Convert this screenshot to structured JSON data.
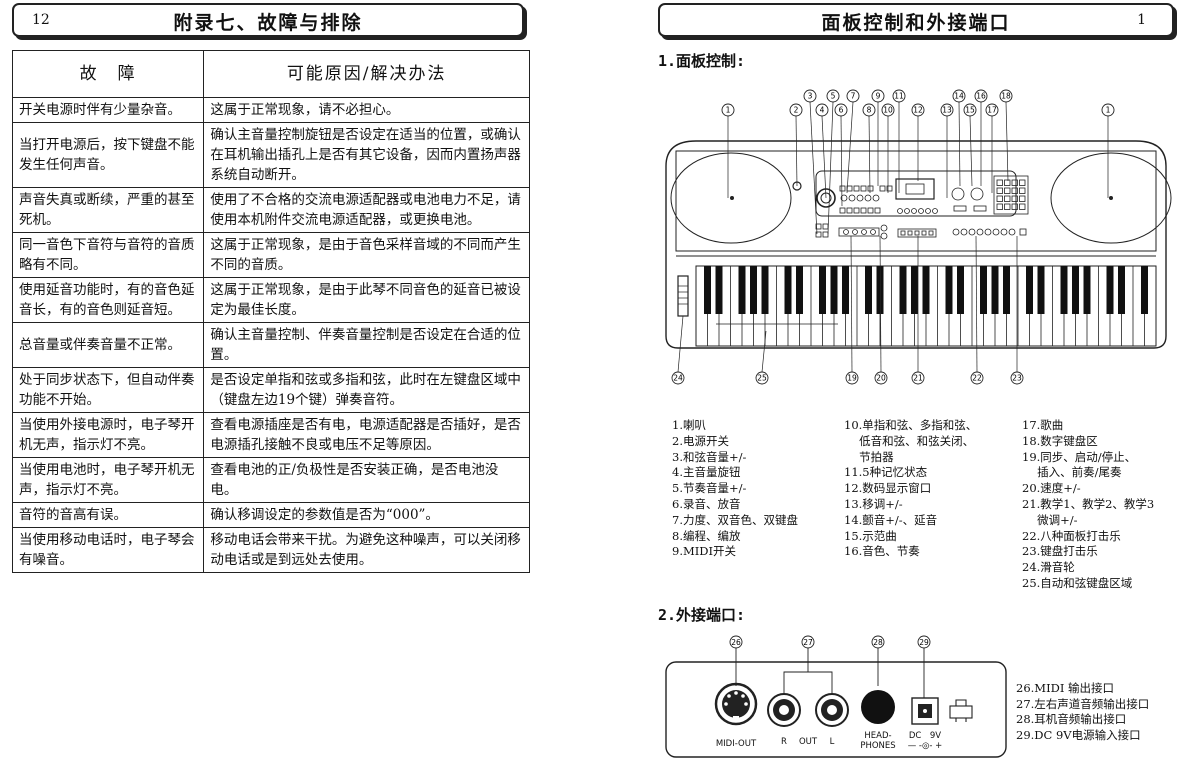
{
  "left_page": {
    "page_number": "12",
    "title": "附录七、故障与排除",
    "table": {
      "headers": [
        "故　障",
        "可能原因/解决办法"
      ],
      "rows": [
        [
          "开关电源时伴有少量杂音。",
          "这属于正常现象，请不必担心。"
        ],
        [
          "当打开电源后，按下键盘不能发生任何声音。",
          "确认主音量控制旋钮是否设定在适当的位置，或确认在耳机输出插孔上是否有其它设备，因而内置扬声器系统自动断开。"
        ],
        [
          "声音失真或断续，严重的甚至死机。",
          "使用了不合格的交流电源适配器或电池电力不足，请使用本机附件交流电源适配器，或更换电池。"
        ],
        [
          "同一音色下音符与音符的音质略有不同。",
          "这属于正常现象，是由于音色采样音域的不同而产生不同的音质。"
        ],
        [
          "使用延音功能时，有的音色延音长，有的音色则延音短。",
          "这属于正常现象，是由于此琴不同音色的延音已被设定为最佳长度。"
        ],
        [
          "总音量或伴奏音量不正常。",
          "确认主音量控制、伴奏音量控制是否设定在合适的位置。"
        ],
        [
          "处于同步状态下，但自动伴奏功能不开始。",
          "是否设定单指和弦或多指和弦，此时在左键盘区域中（键盘左边19个键）弹奏音符。"
        ],
        [
          "当使用外接电源时，电子琴开机无声，指示灯不亮。",
          "查看电源插座是否有电，电源适配器是否插好，是否电源插孔接触不良或电压不足等原因。"
        ],
        [
          "当使用电池时，电子琴开机无声，指示灯不亮。",
          "查看电池的正/负极性是否安装正确，是否电池没电。"
        ],
        [
          "音符的音高有误。",
          "确认移调设定的参数值是否为“000”。"
        ],
        [
          "当使用移动电话时，电子琴会有噪音。",
          "移动电话会带来干扰。为避免这种噪声，可以关闭移动电话或是到远处去使用。"
        ]
      ]
    }
  },
  "right_page": {
    "page_number": "1",
    "title": "面板控制和外接端口",
    "section1": "1.面板控制:",
    "section2": "2.外接端口:",
    "parts_col1": [
      "1.喇叭",
      "2.电源开关",
      "3.和弦音量+/-",
      "4.主音量旋钮",
      "5.节奏音量+/-",
      "6.录音、放音",
      "7.力度、双音色、双键盘",
      "8.编程、编放",
      "9.MIDI开关"
    ],
    "parts_col2": [
      "10.单指和弦、多指和弦、",
      "　 低音和弦、和弦关闭、",
      "　 节拍器",
      "11.5种记忆状态",
      "12.数码显示窗口",
      "13.移调+/-",
      "14.颤音+/-、延音",
      "15.示范曲",
      "16.音色、节奏"
    ],
    "parts_col3": [
      "17.歌曲",
      "18.数字键盘区",
      "19.同步、启动/停止、",
      "　 插入、前奏/尾奏",
      "20.速度+/-",
      "21.教学1、教学2、教学3",
      "　 微调+/-",
      "22.八种面板打击乐",
      "23.键盘打击乐",
      "24.滑音轮",
      "25.自动和弦键盘区域"
    ],
    "ports_list": [
      "26.MIDI 输出接口",
      "27.左右声道音频输出接口",
      "28.耳机音频输出接口",
      "29.DC 9V电源输入接口"
    ],
    "port_labels": {
      "midi": "MIDI-OUT",
      "r": "R",
      "out": "OUT",
      "l": "L",
      "head1": "HEAD-",
      "head2": "PHONES",
      "dc": "DC　9V",
      "polarity": "— -◎- +"
    },
    "callouts_top": [
      "1",
      "2",
      "3",
      "4",
      "5",
      "6",
      "7",
      "8",
      "9",
      "10",
      "11",
      "12",
      "13",
      "14",
      "15",
      "16",
      "17",
      "18",
      "1"
    ],
    "callouts_bottom": [
      "24",
      "25",
      "19",
      "20",
      "21",
      "22",
      "23"
    ],
    "callouts_ports": [
      "26",
      "27",
      "28",
      "29"
    ]
  }
}
